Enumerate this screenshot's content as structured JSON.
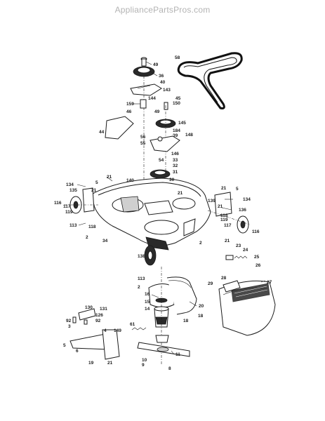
{
  "header": {
    "watermark": "AppliancePartsPros.com"
  },
  "callouts": {
    "c58": "58",
    "c49a": "49",
    "c36": "36",
    "c40": "40",
    "c143": "143",
    "c144": "144",
    "c159": "159",
    "c45": "45",
    "c150": "150",
    "c46": "46",
    "c49b": "49",
    "c145": "145",
    "c184": "184",
    "c39": "39",
    "c148": "148",
    "c44": "44",
    "c56": "56",
    "c55": "55",
    "c146": "146",
    "c54": "54",
    "c33": "33",
    "c32": "32",
    "c31": "31",
    "c140": "140",
    "c30": "30",
    "c21a": "21",
    "c134a": "134",
    "c5a": "5",
    "c21b": "21",
    "c135": "135",
    "c21c": "21",
    "c21d": "21",
    "c5b": "5",
    "c139": "139",
    "c134b": "134",
    "c136a": "136",
    "c117a": "117",
    "c119a": "119",
    "c116a": "116",
    "c113a": "113",
    "c118a": "118",
    "c2a": "2",
    "c34": "34",
    "c21e": "21",
    "c136b": "136",
    "c118b": "118",
    "c119b": "119",
    "c117b": "117",
    "c116b": "116",
    "c2b": "2",
    "c21f": "21",
    "c113b": "113",
    "c138": "138",
    "c2c": "2",
    "c16": "16",
    "c23": "23",
    "c24": "24",
    "c25": "25",
    "c26": "26",
    "c28": "28",
    "c29": "29",
    "c27": "27",
    "c15": "15",
    "c14": "14",
    "c20": "20",
    "c18a": "18",
    "c18b": "18",
    "c130": "130",
    "c131": "131",
    "c126": "126",
    "c92a": "92",
    "c92b": "92",
    "c3": "3",
    "c4": "4",
    "c149": "149",
    "c61": "61",
    "c11": "11",
    "c5c": "5",
    "c6": "6",
    "c19": "19",
    "c21g": "21",
    "c10": "10",
    "c9": "9",
    "c8": "8"
  }
}
